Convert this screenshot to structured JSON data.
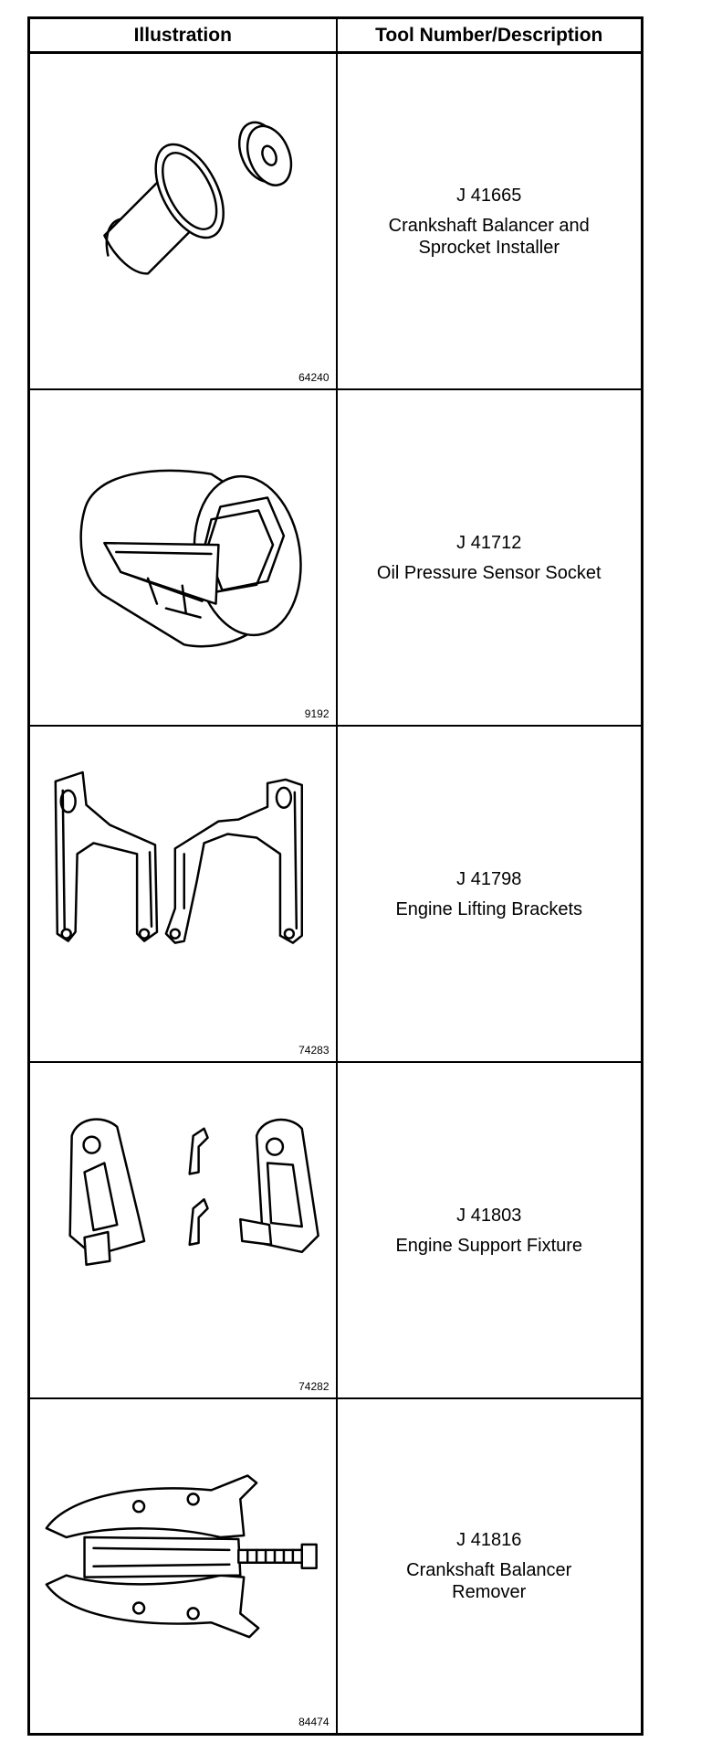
{
  "table": {
    "headers": {
      "illustration": "Illustration",
      "tool": "Tool Number/Description"
    },
    "rows": [
      {
        "figure": "64240",
        "tool_number": "J 41665",
        "description": "Crankshaft Balancer and\nSprocket Installer",
        "icon": "balancer-installer-illustration"
      },
      {
        "figure": "9192",
        "tool_number": "J 41712",
        "description": "Oil Pressure Sensor Socket",
        "icon": "sensor-socket-illustration"
      },
      {
        "figure": "74283",
        "tool_number": "J 41798",
        "description": "Engine Lifting Brackets",
        "icon": "lifting-brackets-illustration"
      },
      {
        "figure": "74282",
        "tool_number": "J 41803",
        "description": "Engine Support Fixture",
        "icon": "support-fixture-illustration"
      },
      {
        "figure": "84474",
        "tool_number": "J 41816",
        "description": "Crankshaft Balancer\nRemover",
        "icon": "balancer-remover-illustration"
      }
    ]
  }
}
